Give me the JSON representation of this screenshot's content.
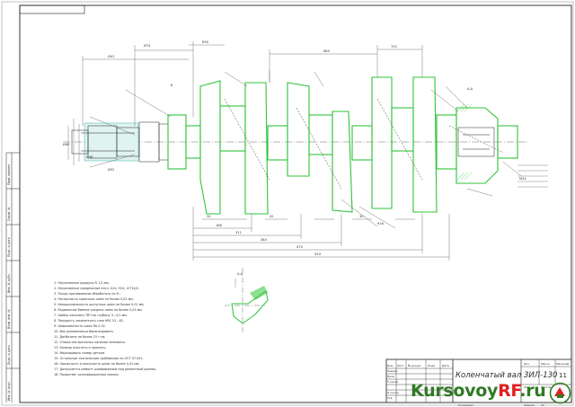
{
  "drawing": {
    "title": "Коленчатый вал ЗИЛ-130",
    "sheet_number": "11",
    "format_label": "Формат",
    "format_value": "А1",
    "copied_label": "Копировал",
    "mass_label": "Масса",
    "scale_label": "Масштаб",
    "lit_label": "Лит.",
    "sheet_label": "Лист",
    "sheets_label": "Листов",
    "table_headers": [
      "Изм.",
      "Лист",
      "№ докум.",
      "Подп.",
      "Дата"
    ],
    "roles": [
      "Разраб.",
      "Пров.",
      "Т.контр.",
      "Н.контр.",
      "Утв."
    ],
    "side_labels": [
      "Перв. примен.",
      "Справ. №",
      "Подп. и дата",
      "Инв. № дубл.",
      "Взам. инв. №",
      "Подп. и дата",
      "Инв. № подл."
    ]
  },
  "notes": [
    "1. Неуказанные радиусы R 1,5 мм.",
    "2. Неуказанные предельные откл. h14, H14, ±IT14/2.",
    "3. Торцы противовесов обработать по R...",
    "4. Несоосность коренных шеек не более 0,02 мм.",
    "5. Непараллельность шатунных шеек не более 0,01 мм.",
    "6. Радиальное биение средних шеек не более 0,03 мм.",
    "7. Шейки закалить ТВЧ на глубину 3...4,5 мм.",
    "8. Твердость закаленного слоя HRC 52...62.",
    "9. Шероховатость шеек Ra 0,32.",
    "10. Вал динамически балансировать.",
    "11. Дисбаланс не более 15 г·см.",
    "12. Отверстия масляных каналов зенковать.",
    "13. Каналы очистить и промыть.",
    "14. Маркировать номер детали.",
    "15. Остальные технические требования по ОСТ 37.001.",
    "16. Овальность и конусность шеек не более 0,01 мм.",
    "17. Допускается ремонт шлифованием под ремонтный размер.",
    "18. Покрытие: консервационная смазка."
  ],
  "dimensions": [
    "Ø65",
    "Ø74",
    "Ø41",
    "R55",
    "188",
    "311",
    "384",
    "470",
    "524",
    "680",
    "752",
    "916",
    "Ø36",
    "Ø52",
    "M24",
    "20",
    "42",
    "30",
    "A-A",
    "Б"
  ],
  "section_label": "А-А",
  "watermark": {
    "main": "Kursovoy",
    "rf": "RF",
    "ru": ".ru"
  },
  "colors": {
    "part_outline": "#2fc43a",
    "line": "#2a2a2a",
    "dim_line": "#555555",
    "watermark_green": "#2f7a24",
    "watermark_red": "#e11f1f",
    "background": "#ffffff"
  }
}
